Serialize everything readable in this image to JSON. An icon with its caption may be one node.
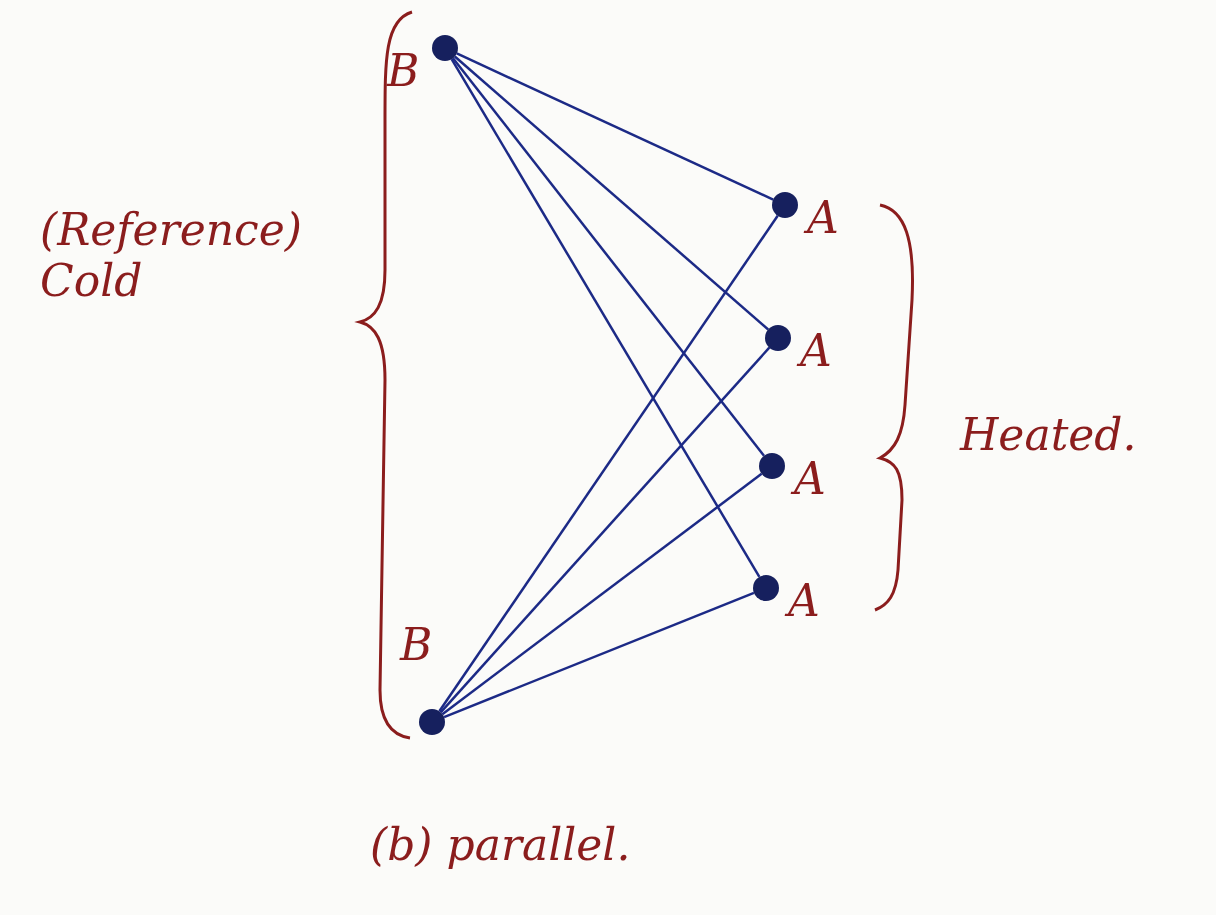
{
  "diagram": {
    "caption": "(b) parallel.",
    "nodes": [
      {
        "text": [],
        "shape": "circle",
        "beside": [
          "B"
        ]
      },
      {
        "text": [],
        "shape": "circle",
        "beside": [
          "A"
        ]
      },
      {
        "text": [],
        "shape": "circle",
        "beside": [
          "A"
        ]
      },
      {
        "text": [],
        "shape": "circle",
        "beside": [
          "A"
        ]
      },
      {
        "text": [],
        "shape": "circle",
        "beside": [
          "A"
        ]
      },
      {
        "text": [],
        "shape": "circle",
        "beside": [
          "B"
        ]
      }
    ],
    "edges": [
      {
        "from": 0,
        "to": 1,
        "arrow": "none"
      },
      {
        "from": 0,
        "to": 2,
        "arrow": "none"
      },
      {
        "from": 0,
        "to": 3,
        "arrow": "none"
      },
      {
        "from": 0,
        "to": 4,
        "arrow": "none"
      },
      {
        "from": 5,
        "to": 1,
        "arrow": "none"
      },
      {
        "from": 5,
        "to": 2,
        "arrow": "none"
      },
      {
        "from": 5,
        "to": 3,
        "arrow": "none"
      },
      {
        "from": 5,
        "to": 4,
        "arrow": "none"
      }
    ],
    "labels": [
      "(Reference) Cold",
      "Heated."
    ]
  }
}
